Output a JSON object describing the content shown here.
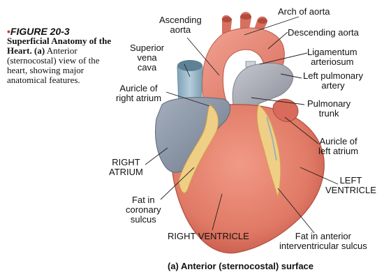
{
  "caption": {
    "bullet": "•",
    "figure_label": "FIGURE 20-3",
    "title": "Superficial Anatomy of the Heart.",
    "part": "(a)",
    "description": "Anterior (sternocostal) view of the heart, showing major anatomical features."
  },
  "labels": {
    "ascending_aorta": [
      "Ascending",
      "aorta"
    ],
    "arch_of_aorta": "Arch of aorta",
    "descending_aorta": "Descending aorta",
    "superior_vena_cava": [
      "Superior",
      "vena",
      "cava"
    ],
    "ligamentum_arteriosum": [
      "Ligamentum",
      "arteriosum"
    ],
    "left_pulmonary_artery": [
      "Left pulmonary",
      "artery"
    ],
    "auricle_right_atrium": [
      "Auricle of",
      "right atrium"
    ],
    "pulmonary_trunk": [
      "Pulmonary",
      "trunk"
    ],
    "auricle_left_atrium": [
      "Auricle of",
      "left atrium"
    ],
    "right_atrium": [
      "RIGHT",
      "ATRIUM"
    ],
    "left_ventricle": [
      "LEFT",
      "VENTRICLE"
    ],
    "fat_coronary_sulcus": [
      "Fat in",
      "coronary",
      "sulcus"
    ],
    "right_ventricle": "RIGHT VENTRICLE",
    "fat_interventricular_sulcus": [
      "Fat in anterior",
      "interventricular sulcus"
    ]
  },
  "bottom_caption": "(a) Anterior (sternocostal) surface",
  "colors": {
    "heart_muscle": "#e8826e",
    "heart_shadow": "#c9584a",
    "aorta": "#ec8f80",
    "vena_cava": "#9ab7c9",
    "pulmonary": "#a7a9b3",
    "atrium_blue": "#8e99aa",
    "fat": "#f0d28a",
    "fat_dark": "#d9a94f"
  }
}
